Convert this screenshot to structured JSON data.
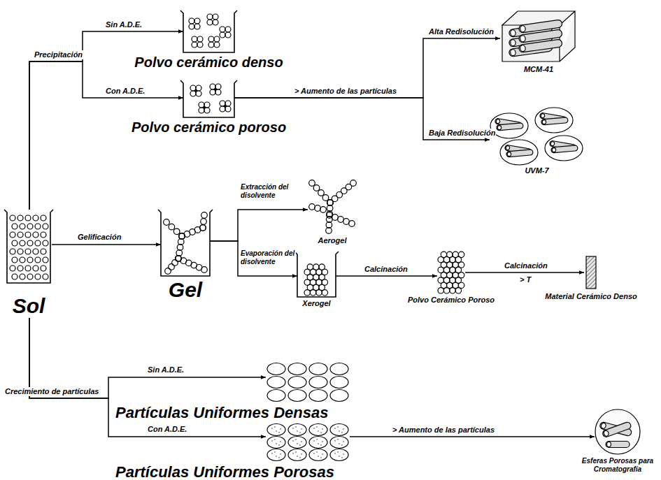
{
  "diagram": {
    "nodes": [
      {
        "text": [
          "Sol"
        ]
      },
      {
        "text": [
          "Polvo cerámico denso"
        ]
      },
      {
        "text": [
          "Polvo cerámico poroso"
        ]
      },
      {
        "text": [
          "MCM-41"
        ]
      },
      {
        "text": [
          "UVM-7"
        ]
      },
      {
        "text": [
          "Gel"
        ]
      },
      {
        "text": [
          "Aerogel"
        ]
      },
      {
        "text": [
          "Xerogel"
        ]
      },
      {
        "text": [
          "Polvo Cerámico Poroso"
        ]
      },
      {
        "text": [
          "Material Cerámico Denso"
        ]
      },
      {
        "text": [
          "Partículas Uniformes Densas"
        ]
      },
      {
        "text": [
          "Partículas Uniformes Porosas"
        ]
      },
      {
        "text": [
          "Esferas Porosas para Cromatografía"
        ]
      }
    ],
    "edges": [
      {
        "from": 0,
        "to": 1,
        "arrow": "to",
        "label": "Sin A.D.E."
      },
      {
        "from": 0,
        "to": 2,
        "arrow": "to",
        "label": "Con A.D.E."
      },
      {
        "from": 2,
        "to": 3,
        "arrow": "to",
        "label": "Alta Redisolución"
      },
      {
        "from": 2,
        "to": 4,
        "arrow": "to",
        "label": "Baja Redisolución"
      },
      {
        "from": 0,
        "to": 5,
        "arrow": "to",
        "label": "Gelificación"
      },
      {
        "from": 5,
        "to": 6,
        "arrow": "to",
        "label": "Extracción del disolvente"
      },
      {
        "from": 5,
        "to": 7,
        "arrow": "to",
        "label": "Evaporación del disolvente"
      },
      {
        "from": 7,
        "to": 8,
        "arrow": "to",
        "label": "Calcinación"
      },
      {
        "from": 8,
        "to": 9,
        "arrow": "to",
        "label": "Calcinación"
      },
      {
        "from": 0,
        "to": 10,
        "arrow": "to",
        "label": "Sin A.D.E."
      },
      {
        "from": 0,
        "to": 11,
        "arrow": "to",
        "label": "Con A.D.E."
      },
      {
        "from": 11,
        "to": 12,
        "arrow": "to"
      }
    ],
    "labels": [
      "Precipitación",
      "> Aumento de las partículas",
      "> T",
      "Crecimiento de partículas",
      "> Aumento de las partículas"
    ]
  }
}
